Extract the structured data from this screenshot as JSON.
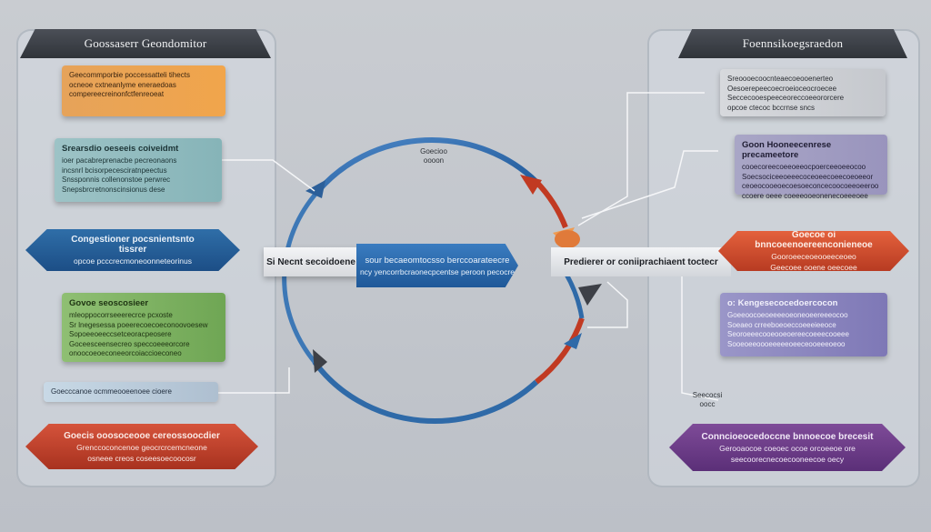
{
  "colors": {
    "background": "#c6c9ce",
    "blue": "#1f5898",
    "red": "#a8321f",
    "orange": "#f1a54b",
    "violet": "#5b2f78"
  },
  "left_panel": {
    "header": "Goossaserr Geondomitor",
    "orange_card": {
      "lines": [
        "Geecommporbie poccessatteli tihects",
        "ocneoe cxtneanlyme eneraedoas",
        "compereecreinonfctfenreoeat"
      ]
    },
    "teal_card": {
      "title": "Srearsdio oeseeis coiveidmt",
      "lines": [
        "ioer pacabreprenacbe pecreonaons",
        "incsnrl bcisorpecesciratnpeectus",
        "Snssponnis collenonstoe perwrec",
        "Snepsbrcretnonscinsionus dese"
      ]
    },
    "blue_banner": {
      "title": "Congestioner pocsnientsnto tissrer",
      "line": "opcoe pcccrecmoneoonneteorinus"
    },
    "green_card": {
      "title": "Govoe seoscosieer",
      "lines": [
        "mleoppocorrseeerecrce pcxoste",
        "Sr lnegesessa poeerecoecoeconoovoesew",
        "Sopoeeoeeccsetceoracpeosere",
        "Goceesceensecreo speccoeeeorcore",
        "onoocoeoeconeeorcoiaccioeconeo"
      ]
    },
    "pale_card": {
      "line": "Goecccanoe ocmmeooeenoee cioere"
    },
    "red_banner": {
      "title": "Goecis ooosoceooe cereossoocdier",
      "line": "Grenccoconcenoe geocrcrcemcneone",
      "line2": "osneee creos coseesoecoocosr"
    }
  },
  "center": {
    "arc_label": {
      "line1": "Goecioo",
      "line2": "oooon"
    },
    "left_bar_label": "Si Necnt secoidoene",
    "blue_bar": {
      "title": "sour becaeomtocsso berccoarateecre",
      "line": "ncy yencorrbcraonecpcentse peroon pecocre"
    },
    "right_bar_label": "Predierer or coniiprachiaent toctecr"
  },
  "right_panel": {
    "header": "Foennsikoegsraedon",
    "gray_card": {
      "lines": [
        "Sreoooecoocnteaecoeooenerteo",
        "Oesoerepeecoecroeioceocroecee",
        "Seccecooespeeceoreccoeeororcere",
        "opcoe ctecoc bccrnse sncs"
      ]
    },
    "lavender_card": {
      "title": "Goon Hooneecenrese precameetore",
      "lines": [
        "cooecoreecoeeoeeocpoerceeoeeocoo",
        "Soecsociceeoeeecoceoeecoeecoeoeeor",
        "ceoeocooeoecoesoeconcecoocoeeoeeroo",
        "ccoere oeee coeeeooeonenecoeeeoee"
      ]
    },
    "orange_banner": {
      "title": "Goecoe oi bnncoeenoereenconieneoe",
      "line": "Gooroeeceoeooeeceoeo",
      "line2": "Geecoee ooene oeecoee"
    },
    "purple_card": {
      "title": "o: Kengesecocedoercocon",
      "lines": [
        "Goeeoocoeoeeeeoeoneoeereeeocoo",
        "Soeaeo crreeboeoeccoeeeieeoce",
        "Seoroeeecooeooeoereecoeeecooeee",
        "Sooeoeeoooeeeeeoeeceooeeeoeoo"
      ]
    },
    "small_label": {
      "line1": "Seecocsi",
      "line2": "oocc"
    },
    "violet_banner": {
      "title": "Conncioeocedoccne bnnoecoe brecesit",
      "line": "Gerooaocoe coeoec ocoe orcoeeoe ore",
      "line2": "seecoorecnecoecooneecoe oecy"
    }
  }
}
